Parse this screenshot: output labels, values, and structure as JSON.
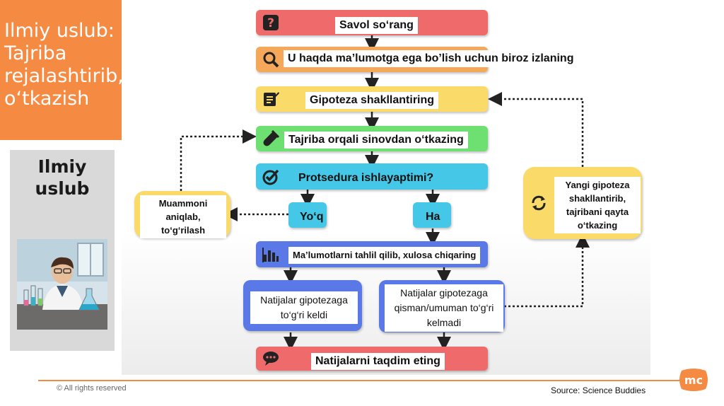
{
  "title": "Ilmiy uslub: Tajriba rejalashtirib, uni o‘tkazish",
  "sidebar": {
    "heading": "Ilmiy uslub"
  },
  "flow": {
    "step1": "Savol so‘rang",
    "step2": "U haqda ma’lumotga ega bo’lish uchun biroz izlaning",
    "step3": "Gipoteza shakllantiring",
    "step4": "Tajriba orqali sinovdan o‘tkazing",
    "step5": "Protsedura ishlayaptimi?",
    "no": "Yo‘q",
    "yes": "Ha",
    "fix": "Muammoni aniqlab, to‘g‘rilash",
    "analyze": "Ma’lumotlarni tahlil qilib, xulosa chiqaring",
    "match": "Natijalar gipotezaga to‘g‘ri keldi",
    "mismatch": "Natijalar gipotezaga qisman/umuman to‘g‘ri kelmadi",
    "new_hypothesis": "Yangi gipoteza shakllantirib, tajribani qayta o‘tkazing",
    "present": "Natijalarni taqdim eting"
  },
  "footer": {
    "copyright": "© All rights reserved",
    "source": "Source: Science Buddies",
    "logo_text": "mc"
  },
  "colors": {
    "accent": "#f58a42",
    "red": "#ef6a6a",
    "orange": "#f6a85a",
    "yellow": "#fadb6a",
    "green": "#6ee072",
    "cyan": "#45c7e8",
    "blue": "#5a78e6"
  },
  "icons": [
    "question-icon",
    "search-icon",
    "notepad-icon",
    "test-tube-icon",
    "check-icon",
    "bar-chart-icon",
    "cycle-icon",
    "speech-bubble-icon"
  ]
}
